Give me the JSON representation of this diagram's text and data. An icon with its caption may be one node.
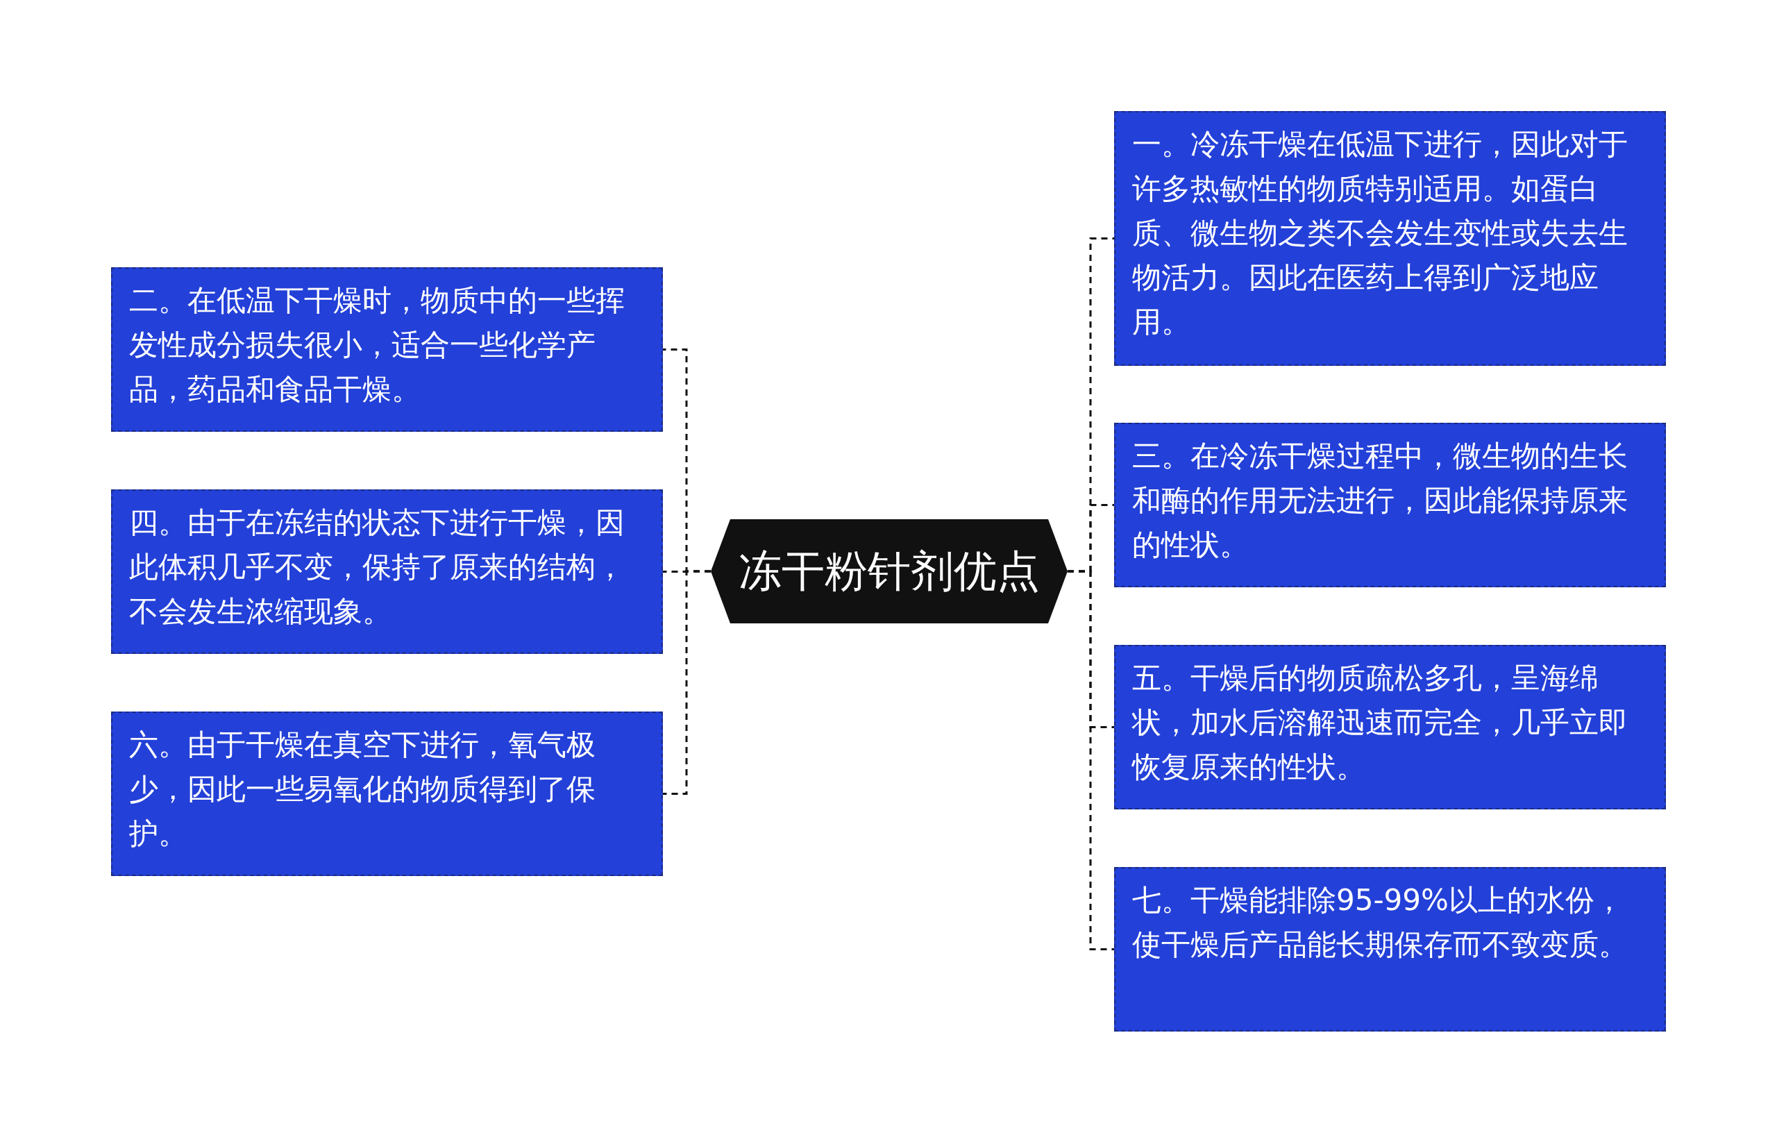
{
  "diagram": {
    "nodes": [
      {
        "text": [
          "冻干粉针剂优点"
        ]
      },
      {
        "text": [
          "一。冷冻干燥在低温下进行，因此对于许多热敏性的物质特别适用。如蛋白质、微生物之类不会发生变性或失去生物活力。因此在医药上得到广泛地应用。"
        ]
      },
      {
        "text": [
          "二。在低温下干燥时，物质中的一些挥发性成分损失很小，适合一些化学产品，药品和食品干燥。"
        ]
      },
      {
        "text": [
          "三。在冷冻干燥过程中，微生物的生长和酶的作用无法进行，因此能保持原来的性状。"
        ]
      },
      {
        "text": [
          "四。由于在冻结的状态下进行干燥，因此体积几乎不变，保持了原来的结构，不会发生浓缩现象。"
        ]
      },
      {
        "text": [
          "五。干燥后的物质疏松多孔，呈海绵状，加水后溶解迅速而完全，几乎立即恢复原来的性状。"
        ]
      },
      {
        "text": [
          "六。由于干燥在真空下进行，氧气极少，因此一些易氧化的物质得到了保护。"
        ]
      },
      {
        "text": [
          "七。干燥能排除95-99%以上的水份，使干燥后产品能长期保存而不致变质。"
        ]
      }
    ],
    "edges": [
      {
        "from": 0,
        "to": 1,
        "arrow": "none",
        "style": "dashed"
      },
      {
        "from": 0,
        "to": 2,
        "arrow": "none",
        "style": "dashed"
      },
      {
        "from": 0,
        "to": 3,
        "arrow": "none",
        "style": "dashed"
      },
      {
        "from": 0,
        "to": 4,
        "arrow": "none",
        "style": "dashed"
      },
      {
        "from": 0,
        "to": 5,
        "arrow": "none",
        "style": "dashed"
      },
      {
        "from": 0,
        "to": 6,
        "arrow": "none",
        "style": "dashed"
      },
      {
        "from": 0,
        "to": 7,
        "arrow": "none",
        "style": "dashed"
      }
    ]
  }
}
